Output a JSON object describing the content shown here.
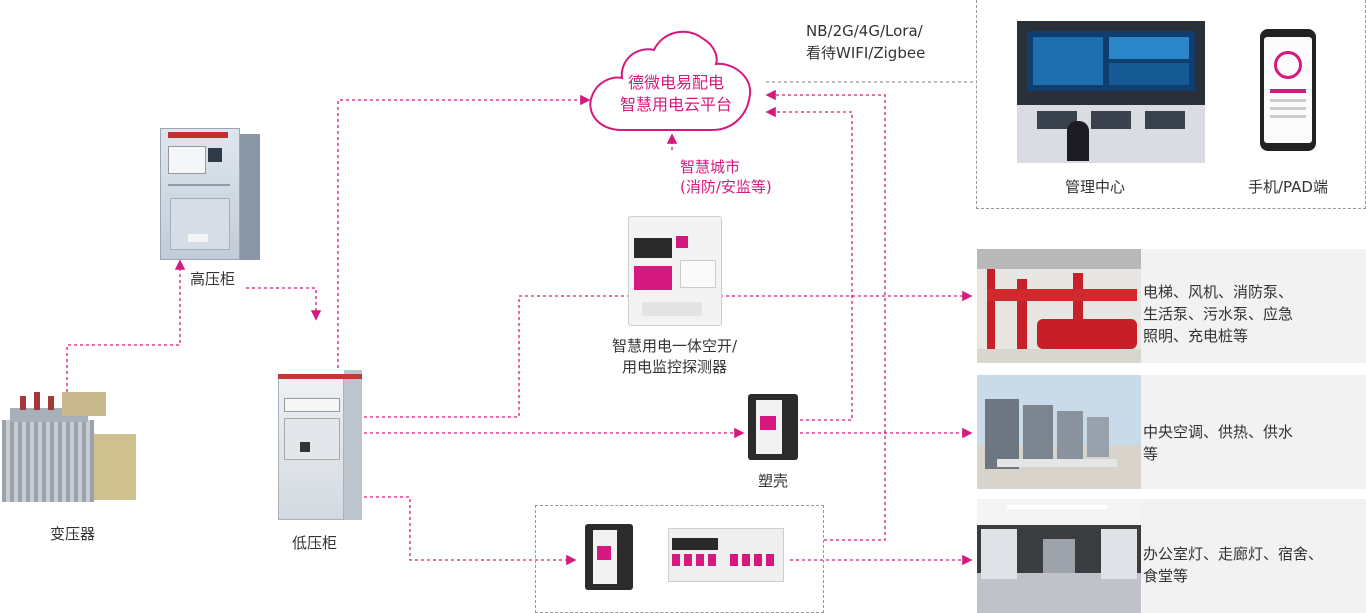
{
  "cloud": {
    "line1": "德微电易配电",
    "line2": "智慧用电云平台"
  },
  "network": {
    "line1": "NB/2G/4G/Lora/",
    "line2": "看待WIFI/Zigbee"
  },
  "smart_city": {
    "line1": "智慧城市",
    "line2": "(消防/安监等)"
  },
  "devices": {
    "high_voltage": "高压柜",
    "transformer": "变压器",
    "low_voltage": "低压柜",
    "breaker": {
      "line1": "智慧用电一体空开/",
      "line2": "用电监控探测器"
    },
    "molded_case": "塑壳"
  },
  "terminals": {
    "management": "管理中心",
    "mobile": "手机/PAD端"
  },
  "loads": [
    {
      "line1": "电梯、风机、消防泵、",
      "line2": "生活泵、污水泵、应急",
      "line3": "照明、充电桩等"
    },
    {
      "line1": "中央空调、供热、供水",
      "line2": "等"
    },
    {
      "line1": "办公室灯、走廊灯、宿舍、",
      "line2": "食堂等"
    }
  ],
  "colors": {
    "accent": "#d6197e",
    "panel_bg": "#f2f2f2",
    "dash": "#999999"
  }
}
